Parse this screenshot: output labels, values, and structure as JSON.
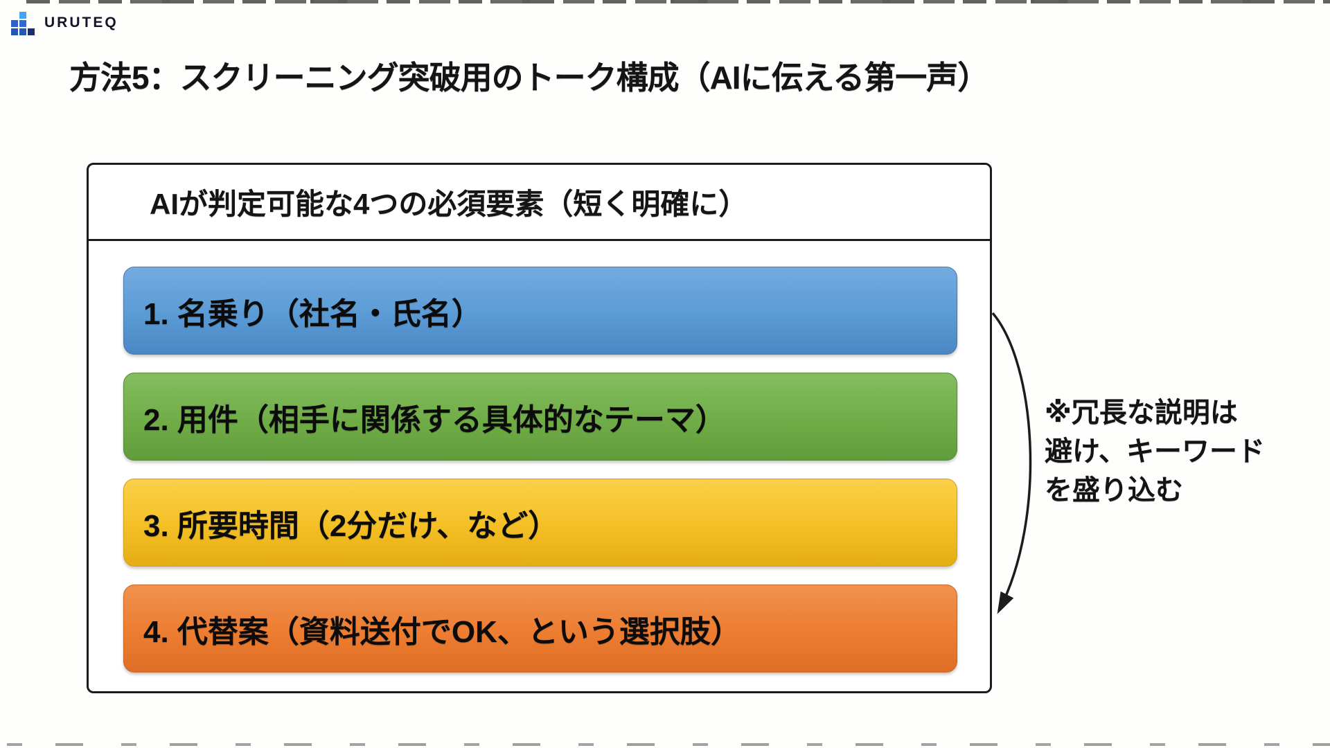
{
  "logo": {
    "text": "URUTEQ"
  },
  "title": "方法5：スクリーニング突破用のトーク構成（AIに伝える第一声）",
  "panel": {
    "header": "AIが判定可能な4つの必須要素（短く明確に）",
    "items": [
      {
        "label": "1. 名乗り（社名・氏名）",
        "color_top": "#74abe0",
        "color": "#5b9bd5",
        "color_bottom": "#4a87c4",
        "border": "#4679ae"
      },
      {
        "label": "2. 用件（相手に関係する具体的なテーマ）",
        "color_top": "#84bd60",
        "color": "#70ad47",
        "color_bottom": "#619c3c",
        "border": "#578c35"
      },
      {
        "label": "3. 所要時間（2分だけ、など）",
        "color_top": "#fbd14a",
        "color": "#f3bf24",
        "color_bottom": "#e6ad15",
        "border": "#d2a018"
      },
      {
        "label": "4. 代替案（資料送付でOK、という選択肢）",
        "color_top": "#f0914e",
        "color": "#ed7d31",
        "color_bottom": "#de6e26",
        "border": "#c76425"
      }
    ]
  },
  "annotation": {
    "lines": [
      "※冗長な説明は",
      "避け、キーワード",
      "を盛り込む"
    ]
  },
  "colors": {
    "arrow": "#1c1c1c",
    "panel_border": "#1b1b1b",
    "logo_light_blue": "#41a5f1",
    "logo_dark_blue": "#1a2f6e"
  }
}
